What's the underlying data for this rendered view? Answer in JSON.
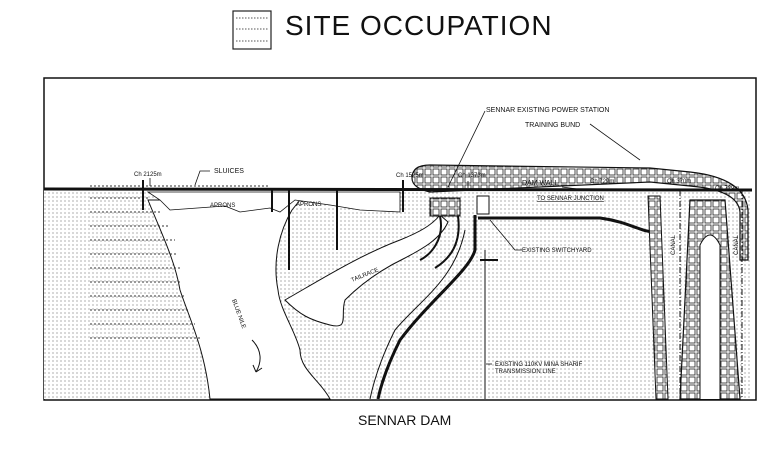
{
  "legend": {
    "title": "SITE OCCUPATION"
  },
  "caption": "SENNAR DAM",
  "labels": {
    "power_station": "SENNAR EXISTING POWER STATION",
    "training_bund": "TRAINING BUND",
    "sluices": "SLUICES",
    "aprons_1": "APRONS",
    "aprons_2": "APRONS",
    "dam_wall": "DAM WALL",
    "to_junction": "TO SENNAR JUNCTION",
    "switchyard": "EXISTING SWITCHYARD",
    "tailrace": "TAILRACE",
    "river": "BLUE NILE",
    "transmission_1": "EXISTING 110KV MINA SHARIF",
    "transmission_2": "TRANSMISSION LINE",
    "canal_1": "CANAL",
    "canal_2": "CANAL"
  },
  "chainages": [
    "Ch 2125m",
    "Ch 1525m",
    "Ch 1373m",
    "Ch 729m",
    "Ch 370m",
    "Ch 729m"
  ]
}
